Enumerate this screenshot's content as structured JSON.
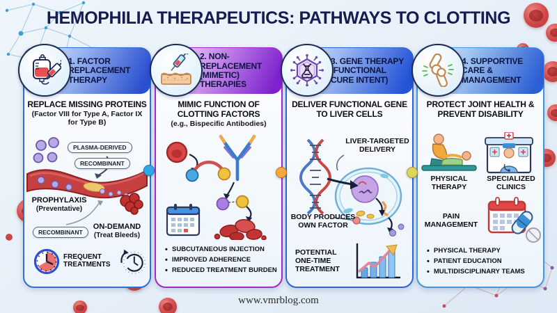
{
  "title": "HEMOPHILIA THERAPEUTICS: PATHWAYS TO CLOTTING",
  "footer_url": "www.vmrblog.com",
  "colors": {
    "title_text": "#161c4f",
    "background": "#e9f1f9",
    "panel1_border": "#2f6fd6",
    "panel2_border": "#a428cc",
    "panel3_border": "#2a66d4",
    "pan4_border": "#3f97dd",
    "connector_dot_1": "#2ea8e8",
    "connector_dot_2": "#f6a83c",
    "connector_dot_3": "#ddd45a"
  },
  "panels": [
    {
      "title": "1. FACTOR REPLACEMENT THERAPY",
      "icon": "iv-bag-syringe-icon",
      "subtitle": "REPLACE MISSING PROTEINS",
      "subtitle_note": "(Factor VIII for Type A, Factor IX for Type B)",
      "labels": {
        "plasma_derived": "PLASMA-DERIVED",
        "recombinant_top": "RECOMBINANT",
        "prophylaxis": "PROPHYLAXIS",
        "prophylaxis_note": "(Preventative)",
        "recombinant_bottom": "RECOMBINANT",
        "on_demand": "ON-DEMAND",
        "on_demand_note": "(Treat Bleeds)",
        "frequent_treatments": "FREQUENT TREATMENTS"
      }
    },
    {
      "title": "2. NON-REPLACEMENT (MIMETIC) THERAPIES",
      "icon": "subcutaneous-syringe-icon",
      "subtitle": "MIMIC FUNCTION OF CLOTTING FACTORS",
      "subtitle_note": "(e.g., Bispecific Antibodies)",
      "bullets": [
        "SUBCUTANEOUS INJECTION",
        "IMPROVED ADHERENCE",
        "REDUCED TREATMENT BURDEN"
      ]
    },
    {
      "title": "3. GENE THERAPY (FUNCTIONAL CURE INTENT)",
      "icon": "viral-vector-icon",
      "subtitle": "DELIVER FUNCTIONAL GENE TO LIVER CELLS",
      "labels": {
        "liver_targeted": "LIVER-TARGETED DELIVERY",
        "body_produces": "BODY PRODUCES OWN FACTOR",
        "one_time": "POTENTIAL ONE-TIME TREATMENT"
      }
    },
    {
      "title": "4. SUPPORTIVE CARE & MANAGEMENT",
      "icon": "knee-joint-icon",
      "subtitle": "PROTECT JOINT HEALTH & PREVENT DISABILITY",
      "labels": {
        "physical_therapy": "PHYSICAL THERAPY",
        "specialized_clinics": "SPECIALIZED CLINICS",
        "pain_management": "PAIN MANAGEMENT"
      },
      "bullets": [
        "PHYSICAL THERAPY",
        "PATIENT EDUCATION",
        "MULTIDISCIPLINARY TEAMS"
      ]
    }
  ]
}
